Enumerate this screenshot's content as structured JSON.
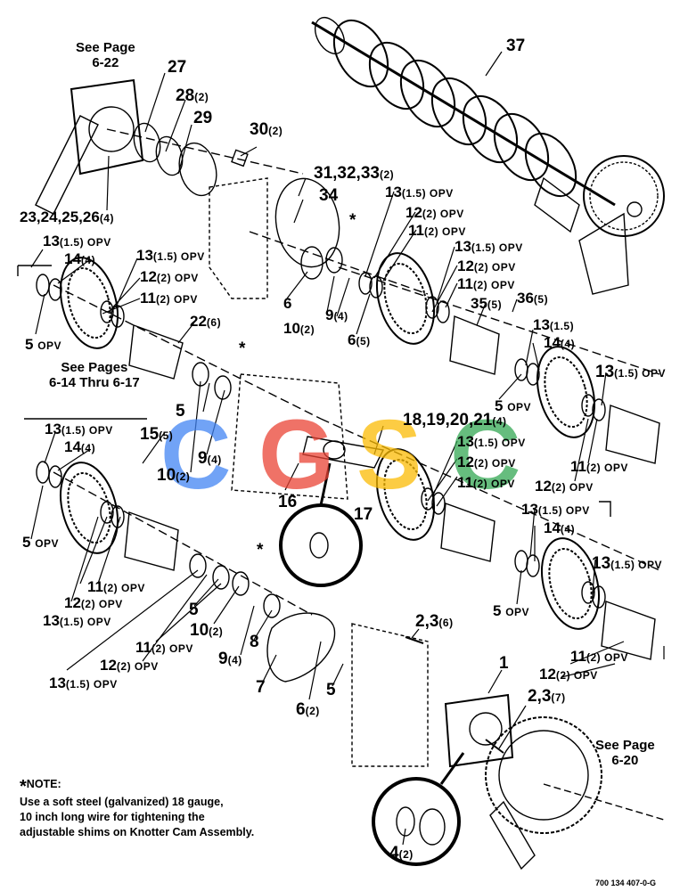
{
  "watermark": {
    "letters": [
      "C",
      "G",
      "S",
      "C"
    ],
    "colors": [
      "#4285F4",
      "#EA4335",
      "#FBBC05",
      "#34A853"
    ]
  },
  "labels": {
    "l37": "37",
    "l27": "27",
    "l28": "28",
    "l28q": "(2)",
    "l29": "29",
    "l30": "30",
    "l30q": "(2)",
    "l31": "31,32,33",
    "l31q": "(2)",
    "l34": "34",
    "l23": "23,24,25,26",
    "l23q": "(4)",
    "a13": "13",
    "a13q": "(1.5) OPV",
    "a14": "14",
    "a14q": "(4)",
    "b13": "13",
    "b13q": "(1.5) OPV",
    "b12": "12",
    "b12q": "(2) OPV",
    "b11": "11",
    "b11q": "(2) OPV",
    "a5": "5",
    "a5q": "OPV",
    "c13": "13",
    "c13q": "(1.5) OPV",
    "c12": "12",
    "c12q": "(2) OPV",
    "c11": "11",
    "c11q": "(2) OPV",
    "d13": "13",
    "d13q": "(1.5) OPV",
    "d12": "12",
    "d12q": "(2) OPV",
    "d11": "11",
    "d11q": "(2) OPV",
    "l6a": "6",
    "l10a": "10",
    "l10aq": "(2)",
    "l9a": "9",
    "l9aq": "(4)",
    "l6b": "6",
    "l6bq": "(5)",
    "l35": "35",
    "l35q": "(5)",
    "l36": "36",
    "l36q": "(5)",
    "l22": "22",
    "l22q": "(6)",
    "e13": "13",
    "e13q": "(1.5)",
    "e14": "14",
    "e14q": "(4)",
    "e13b": "13",
    "e13bq": "(1.5) OPV",
    "l5b": "5",
    "l5bq": "OPV",
    "l5c": "5",
    "l9b": "9",
    "l9bq": "(4)",
    "l10b": "10",
    "l10bq": "(2)",
    "l18": "18,19,20,21",
    "l18q": "(4)",
    "f13": "13",
    "f13q": "(1.5) OPV",
    "f12": "12",
    "f12q": "(2) OPV",
    "f11": "11",
    "f11q": "(2) OPV",
    "g11": "11",
    "g11q": "(2) OPV",
    "g12": "12",
    "g12q": "(2) OPV",
    "h13": "13",
    "h13q": "(1.5) OPV",
    "h14": "14",
    "h14q": "(4)",
    "i13": "13",
    "i13q": "(1.5) OPV",
    "i14": "14",
    "i14q": "(4)",
    "l15": "15",
    "l15q": "(5)",
    "l16": "16",
    "l17": "17",
    "l5d": "5",
    "l5dq": "OPV",
    "j12": "12",
    "j12q": "(2) OPV",
    "j11": "11",
    "j11q": "(2) OPV",
    "j13": "13",
    "j13q": "(1.5) OPV",
    "k13": "13",
    "k13q": "(1.5) OPV",
    "l5e": "5",
    "l5eq": "OPV",
    "l5f": "5",
    "l10c": "10",
    "l10cq": "(2)",
    "l8": "8",
    "l9c": "9",
    "l9cq": "(4)",
    "m11": "11",
    "m11q": "(2) OPV",
    "m12": "12",
    "m12q": "(2) OPV",
    "m13": "13",
    "m13q": "(1.5) OPV",
    "l7": "7",
    "l6c": "6",
    "l6cq": "(2)",
    "l5g": "5",
    "l2a": "2,3",
    "l2aq": "(6)",
    "l1": "1",
    "n12": "12",
    "n12q": "(2) OPV",
    "n11": "11",
    "n11q": "(2) OPV",
    "l2b": "2,3",
    "l2bq": "(7)",
    "l4": "4",
    "l4q": "(2)",
    "star1": "*",
    "star2": "*",
    "star3": "*"
  },
  "see_refs": {
    "p622": [
      "See Page",
      "6-22"
    ],
    "p614": [
      "See Pages",
      "6-14 Thru 6-17"
    ],
    "p620": [
      "See Page",
      "6-20"
    ]
  },
  "note": {
    "heading": "NOTE:",
    "lines": [
      "Use a soft steel (galvanized) 18 gauge,",
      "10 inch long wire for tightening the",
      "adjustable shims on Knotter Cam Assembly."
    ]
  },
  "doc_number": "700 134 407-0-G"
}
